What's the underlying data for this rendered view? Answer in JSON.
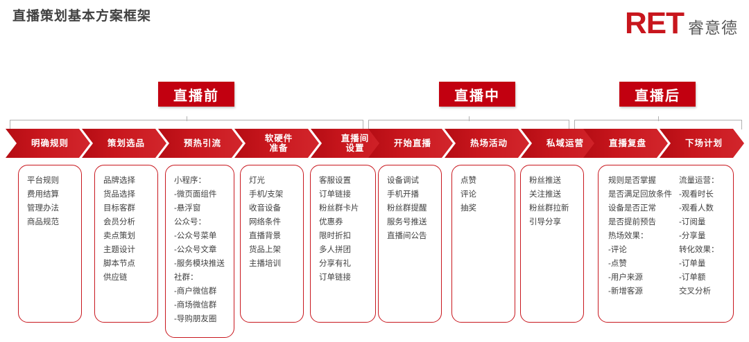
{
  "header": {
    "title": "直播策划基本方案框架",
    "logo_primary": "RET",
    "logo_secondary": "睿意德",
    "brand_red": "#c8161d",
    "title_color": "#404040"
  },
  "phases": [
    {
      "label": "直播前"
    },
    {
      "label": "直播中"
    },
    {
      "label": "直播后"
    }
  ],
  "steps": [
    {
      "label": "明确规则"
    },
    {
      "label": "策划选品"
    },
    {
      "label": "预热引流"
    },
    {
      "label": "软硬件\n准备"
    },
    {
      "label": "直播间\n设置"
    },
    {
      "label": "开始直播"
    },
    {
      "label": "热场活动"
    },
    {
      "label": "私域运营"
    },
    {
      "label": "直播复盘"
    },
    {
      "label": "下场计划"
    }
  ],
  "boxes": [
    {
      "name": "box-mingque-guize",
      "items": [
        "平台规则",
        "费用结算",
        "管理办法",
        "商品规范"
      ]
    },
    {
      "name": "box-cehua-xuanpin",
      "items": [
        "品牌选择",
        "货品选择",
        "目标客群",
        "会员分析",
        "卖点策划",
        "主题设计",
        "脚本节点",
        "供应链"
      ]
    },
    {
      "name": "box-yure-yinliu",
      "items": [
        "小程序：",
        "-微页面组件",
        "-悬浮窗",
        "公众号：",
        "-公众号菜单",
        "-公众号文章",
        "-服务模块推送",
        "社群：",
        "-商户微信群",
        "-商场微信群",
        "-导购朋友圈"
      ]
    },
    {
      "name": "box-ruanyingjian-zhunbei",
      "items": [
        "灯光",
        "手机/支架",
        "收音设备",
        "网络条件",
        "直播背景",
        "货品上架",
        "主播培训"
      ]
    },
    {
      "name": "box-zhibojian-shezhi",
      "items": [
        "客服设置",
        "订单链接",
        "粉丝群卡片",
        "优惠券",
        "限时折扣",
        "多人拼团",
        "分享有礼",
        "订单链接"
      ]
    },
    {
      "name": "box-kaishi-zhibo",
      "items": [
        "设备调试",
        "手机开播",
        "粉丝群提醒",
        "服务号推送",
        "直播间公告"
      ]
    },
    {
      "name": "box-rechang-huodong",
      "items": [
        "点赞",
        "评论",
        "抽奖"
      ]
    },
    {
      "name": "box-siyu-yunying",
      "items": [
        "粉丝推送",
        "关注推送",
        "粉丝群拉新",
        "引导分享"
      ]
    }
  ],
  "summary_box": {
    "name": "box-fupan-jihua",
    "left_items": [
      "规则是否掌握",
      "是否满足回放条件",
      "设备是否正常",
      "是否提前预告",
      "热场效果：",
      "-评论",
      "-点赞",
      "-用户来源",
      "-新增客源"
    ],
    "right_items": [
      "流量运营：",
      "-观看时长",
      "-观看人数",
      "-订阅量",
      "-分享量",
      "转化效果：",
      "-订单量",
      "-订单额",
      "交叉分析"
    ]
  }
}
